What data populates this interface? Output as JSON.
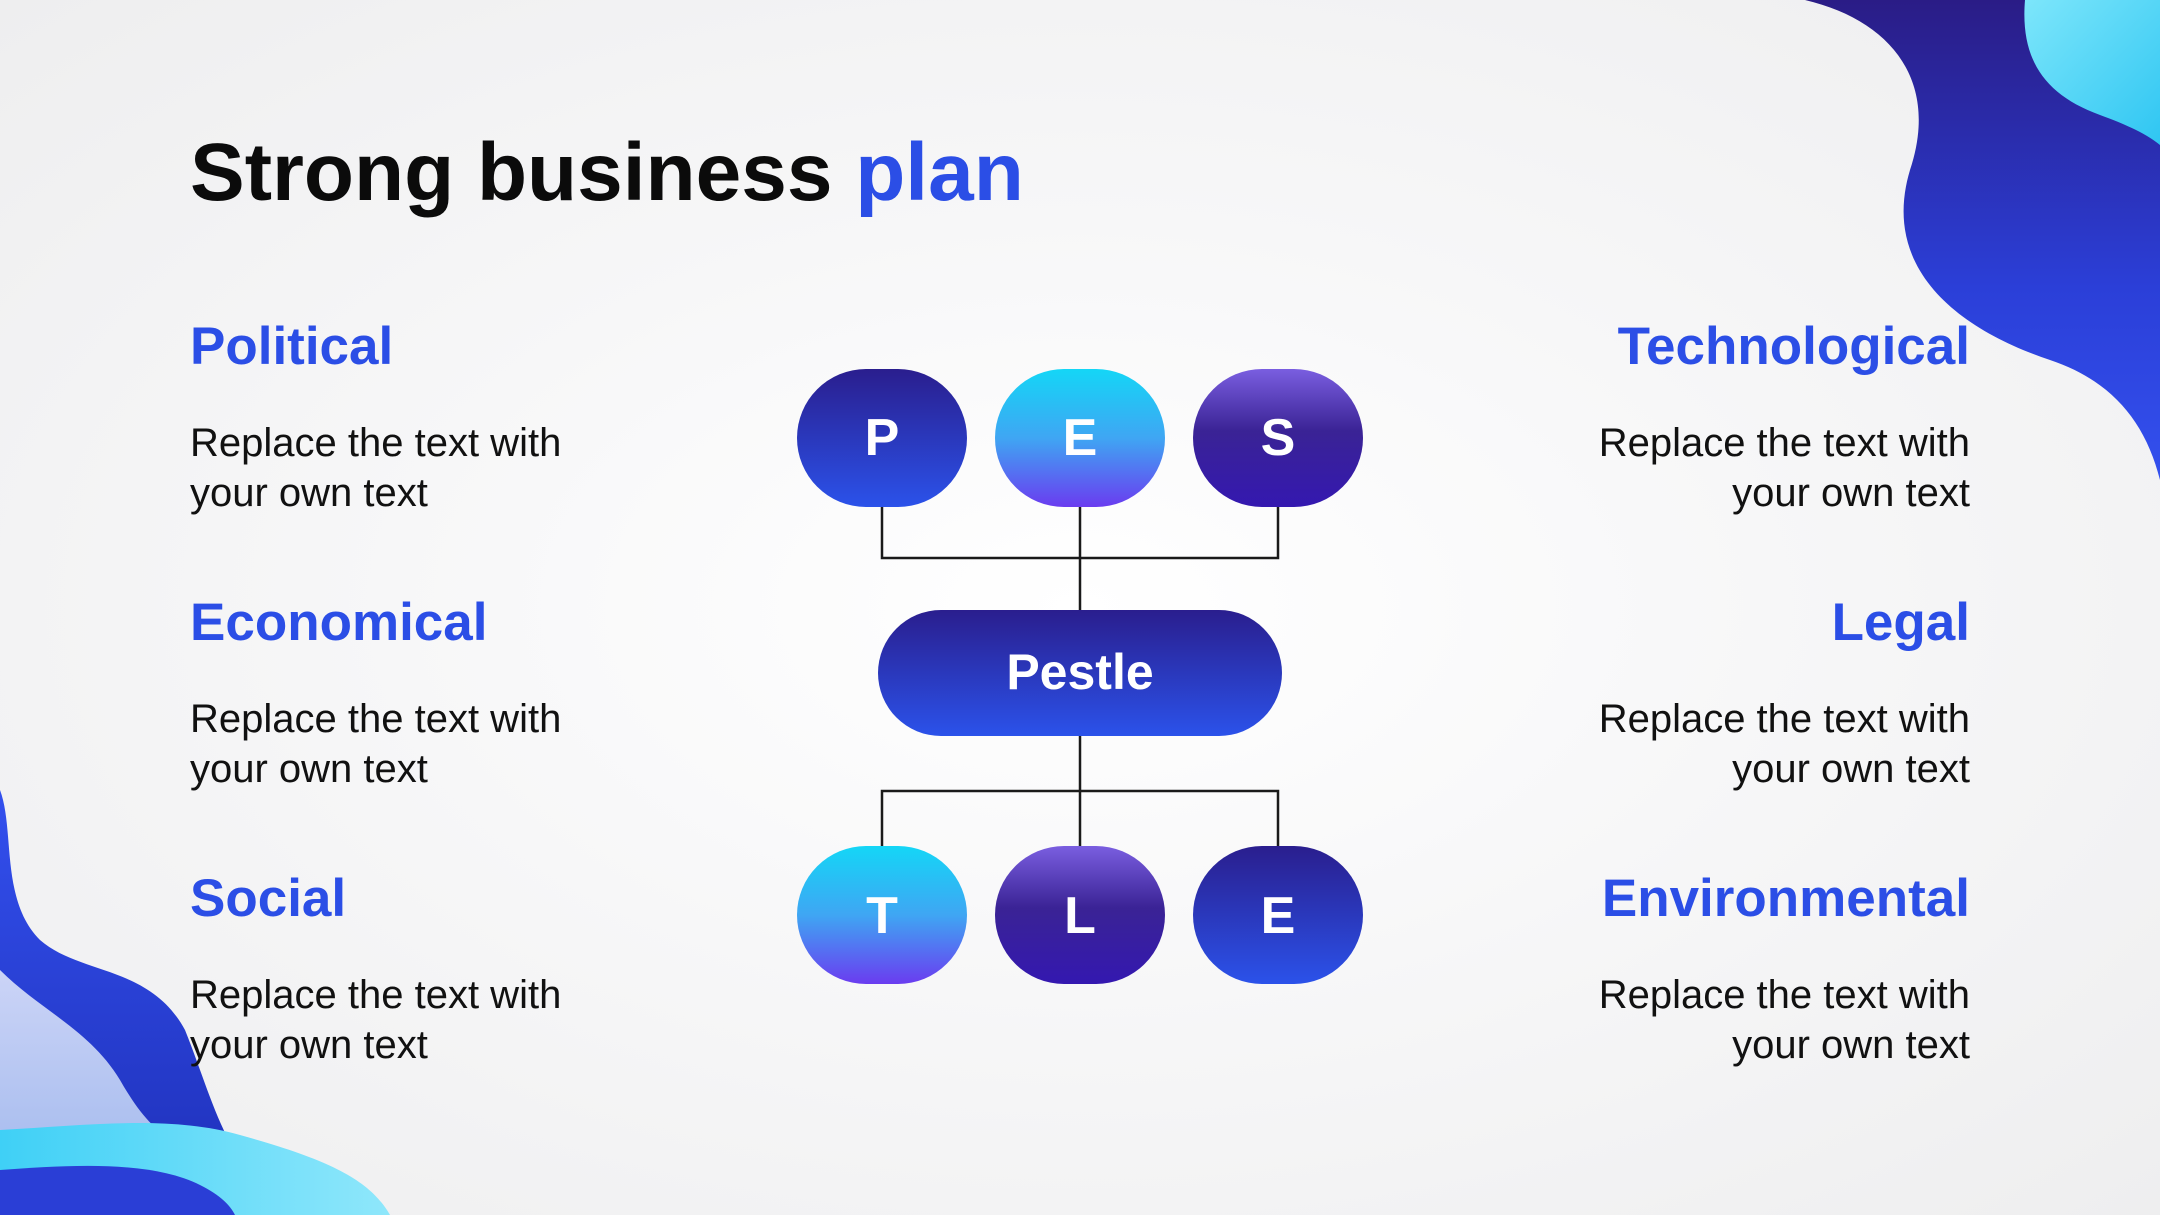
{
  "title": {
    "main": "Strong business ",
    "accent": "plan"
  },
  "colors": {
    "accent": "#2b4ee6",
    "dark_blue": "#2e1f8f",
    "cyan": "#1ad4f5",
    "violet": "#6a3ef0"
  },
  "left_blocks": [
    {
      "heading": "Political",
      "body": "Replace the text with your own text"
    },
    {
      "heading": "Economical",
      "body": "Replace the text with your own text"
    },
    {
      "heading": "Social",
      "body": "Replace the text with your own text"
    }
  ],
  "right_blocks": [
    {
      "heading": "Technological",
      "body": "Replace the text with your own text"
    },
    {
      "heading": "Legal",
      "body": "Replace the text with your own text"
    },
    {
      "heading": "Environmental",
      "body": "Replace the text with your own text"
    }
  ],
  "diagram": {
    "center": "Pestle",
    "top_nodes": [
      "P",
      "E",
      "S"
    ],
    "bottom_nodes": [
      "T",
      "L",
      "E"
    ]
  }
}
